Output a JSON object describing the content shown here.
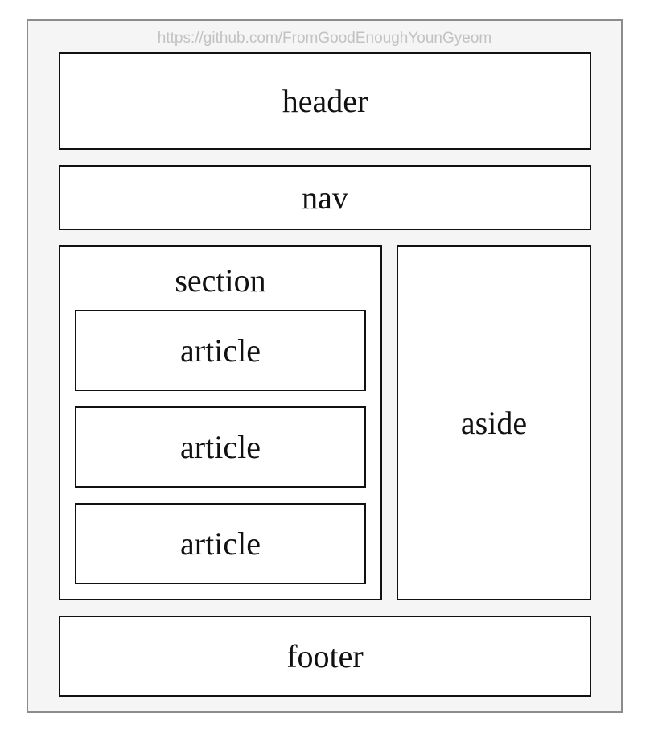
{
  "watermark": "https://github.com/FromGoodEnoughYounGyeom",
  "boxes": {
    "header": "header",
    "nav": "nav",
    "section": "section",
    "articles": [
      "article",
      "article",
      "article"
    ],
    "aside": "aside",
    "footer": "footer"
  },
  "colors": {
    "frame_background": "#f5f5f5",
    "frame_border": "#8c8c8c",
    "box_border": "#111111",
    "watermark_text": "#c2c2c2"
  }
}
